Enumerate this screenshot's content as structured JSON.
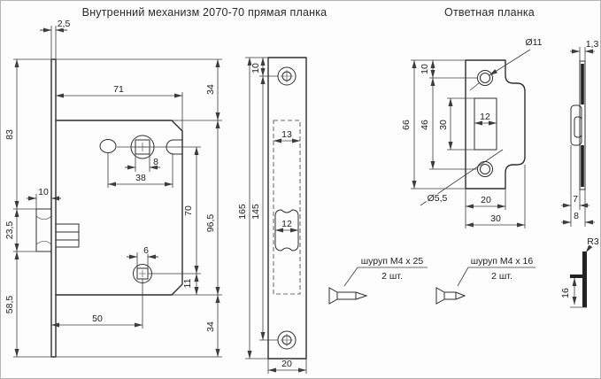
{
  "titles": {
    "left": "Внутренний механизм 2070-70 прямая планка",
    "right": "Ответная планка"
  },
  "lock_body": {
    "dim_faceplate_thickness": "2,5",
    "dim_body_width": "71",
    "dim_top_offset": "34",
    "dim_left_upper": "83",
    "dim_latch_protrusion": "10",
    "dim_latch_height": "23,5",
    "dim_left_lower": "58,5",
    "dim_spindle_square": "8",
    "dim_hole_spacing": "38",
    "dim_centers_vertical": "70",
    "dim_body_height": "96,5",
    "dim_bottom_hole_edge": "11",
    "dim_bottom_offset": "34",
    "dim_bottom_hole_square": "6",
    "dim_backset_bottom": "50"
  },
  "faceplate": {
    "dim_screw_top_offset": "10",
    "dim_total_height": "165",
    "dim_screw_spacing": "145",
    "dim_cutout_width": "13",
    "dim_latch_width": "12",
    "dim_plate_width": "20"
  },
  "strike_plate": {
    "dim_hole_dia_large": "Ø11",
    "dim_screw_top_offset": "10",
    "dim_total_height": "66",
    "dim_screw_spacing": "46",
    "dim_window_height": "30",
    "dim_window_width": "12",
    "dim_hole_dia_small": "Ø5,5",
    "dim_plate_width": "20",
    "dim_total_width": "30",
    "side": {
      "dim_thickness": "1,3",
      "dim_offset_depth": "7",
      "dim_total_depth": "8"
    },
    "tongue": {
      "dim_radius": "R3",
      "dim_height": "16"
    }
  },
  "screws": [
    {
      "label": "шуруп М4 х 25",
      "qty": "2 шт."
    },
    {
      "label": "шуруп М4 х 16",
      "qty": "2 шт."
    }
  ],
  "colors": {
    "line": "#2e2e2e",
    "background": "#fdfdfd"
  }
}
